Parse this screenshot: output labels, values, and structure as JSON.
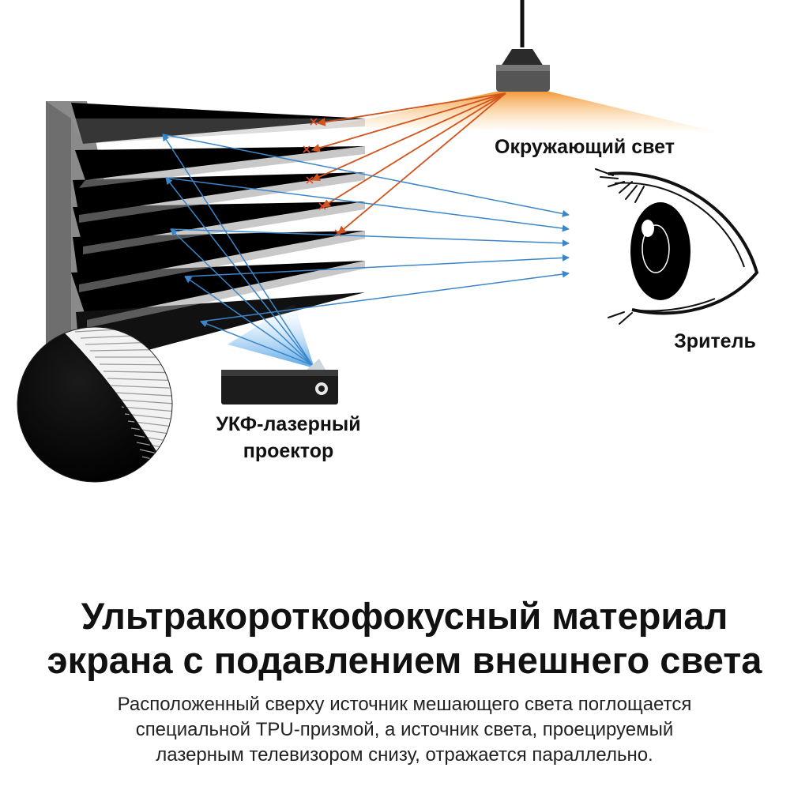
{
  "labels": {
    "ambient_light": "Окружающий свет",
    "viewer": "Зритель",
    "projector_line1": "УКФ-лазерный",
    "projector_line2": "проектор"
  },
  "headline": {
    "line1": "Ультракороткофокусный материал",
    "line2": "экрана с подавлением внешнего света"
  },
  "description": {
    "line1": "Расположенный сверху источник мешающего света поглощается",
    "line2": "специальной TPU-призмой, а источник света, проецируемый",
    "line3": "лазерным телевизором снизу, отражается параллельно."
  },
  "colors": {
    "ambient_ray": "#d2531b",
    "projector_ray": "#3a86c8",
    "ambient_glow": "#f39a2b",
    "projector_glow": "#4aa3e8",
    "screen_dark": "#000000",
    "screen_gray": "#8a8a8a",
    "absorbed_marker": "#e24a28"
  },
  "icons": {
    "light_source": "ceiling-lamp-icon",
    "viewer": "eye-icon",
    "projector": "projector-icon",
    "absorbed": "x-mark-icon"
  }
}
